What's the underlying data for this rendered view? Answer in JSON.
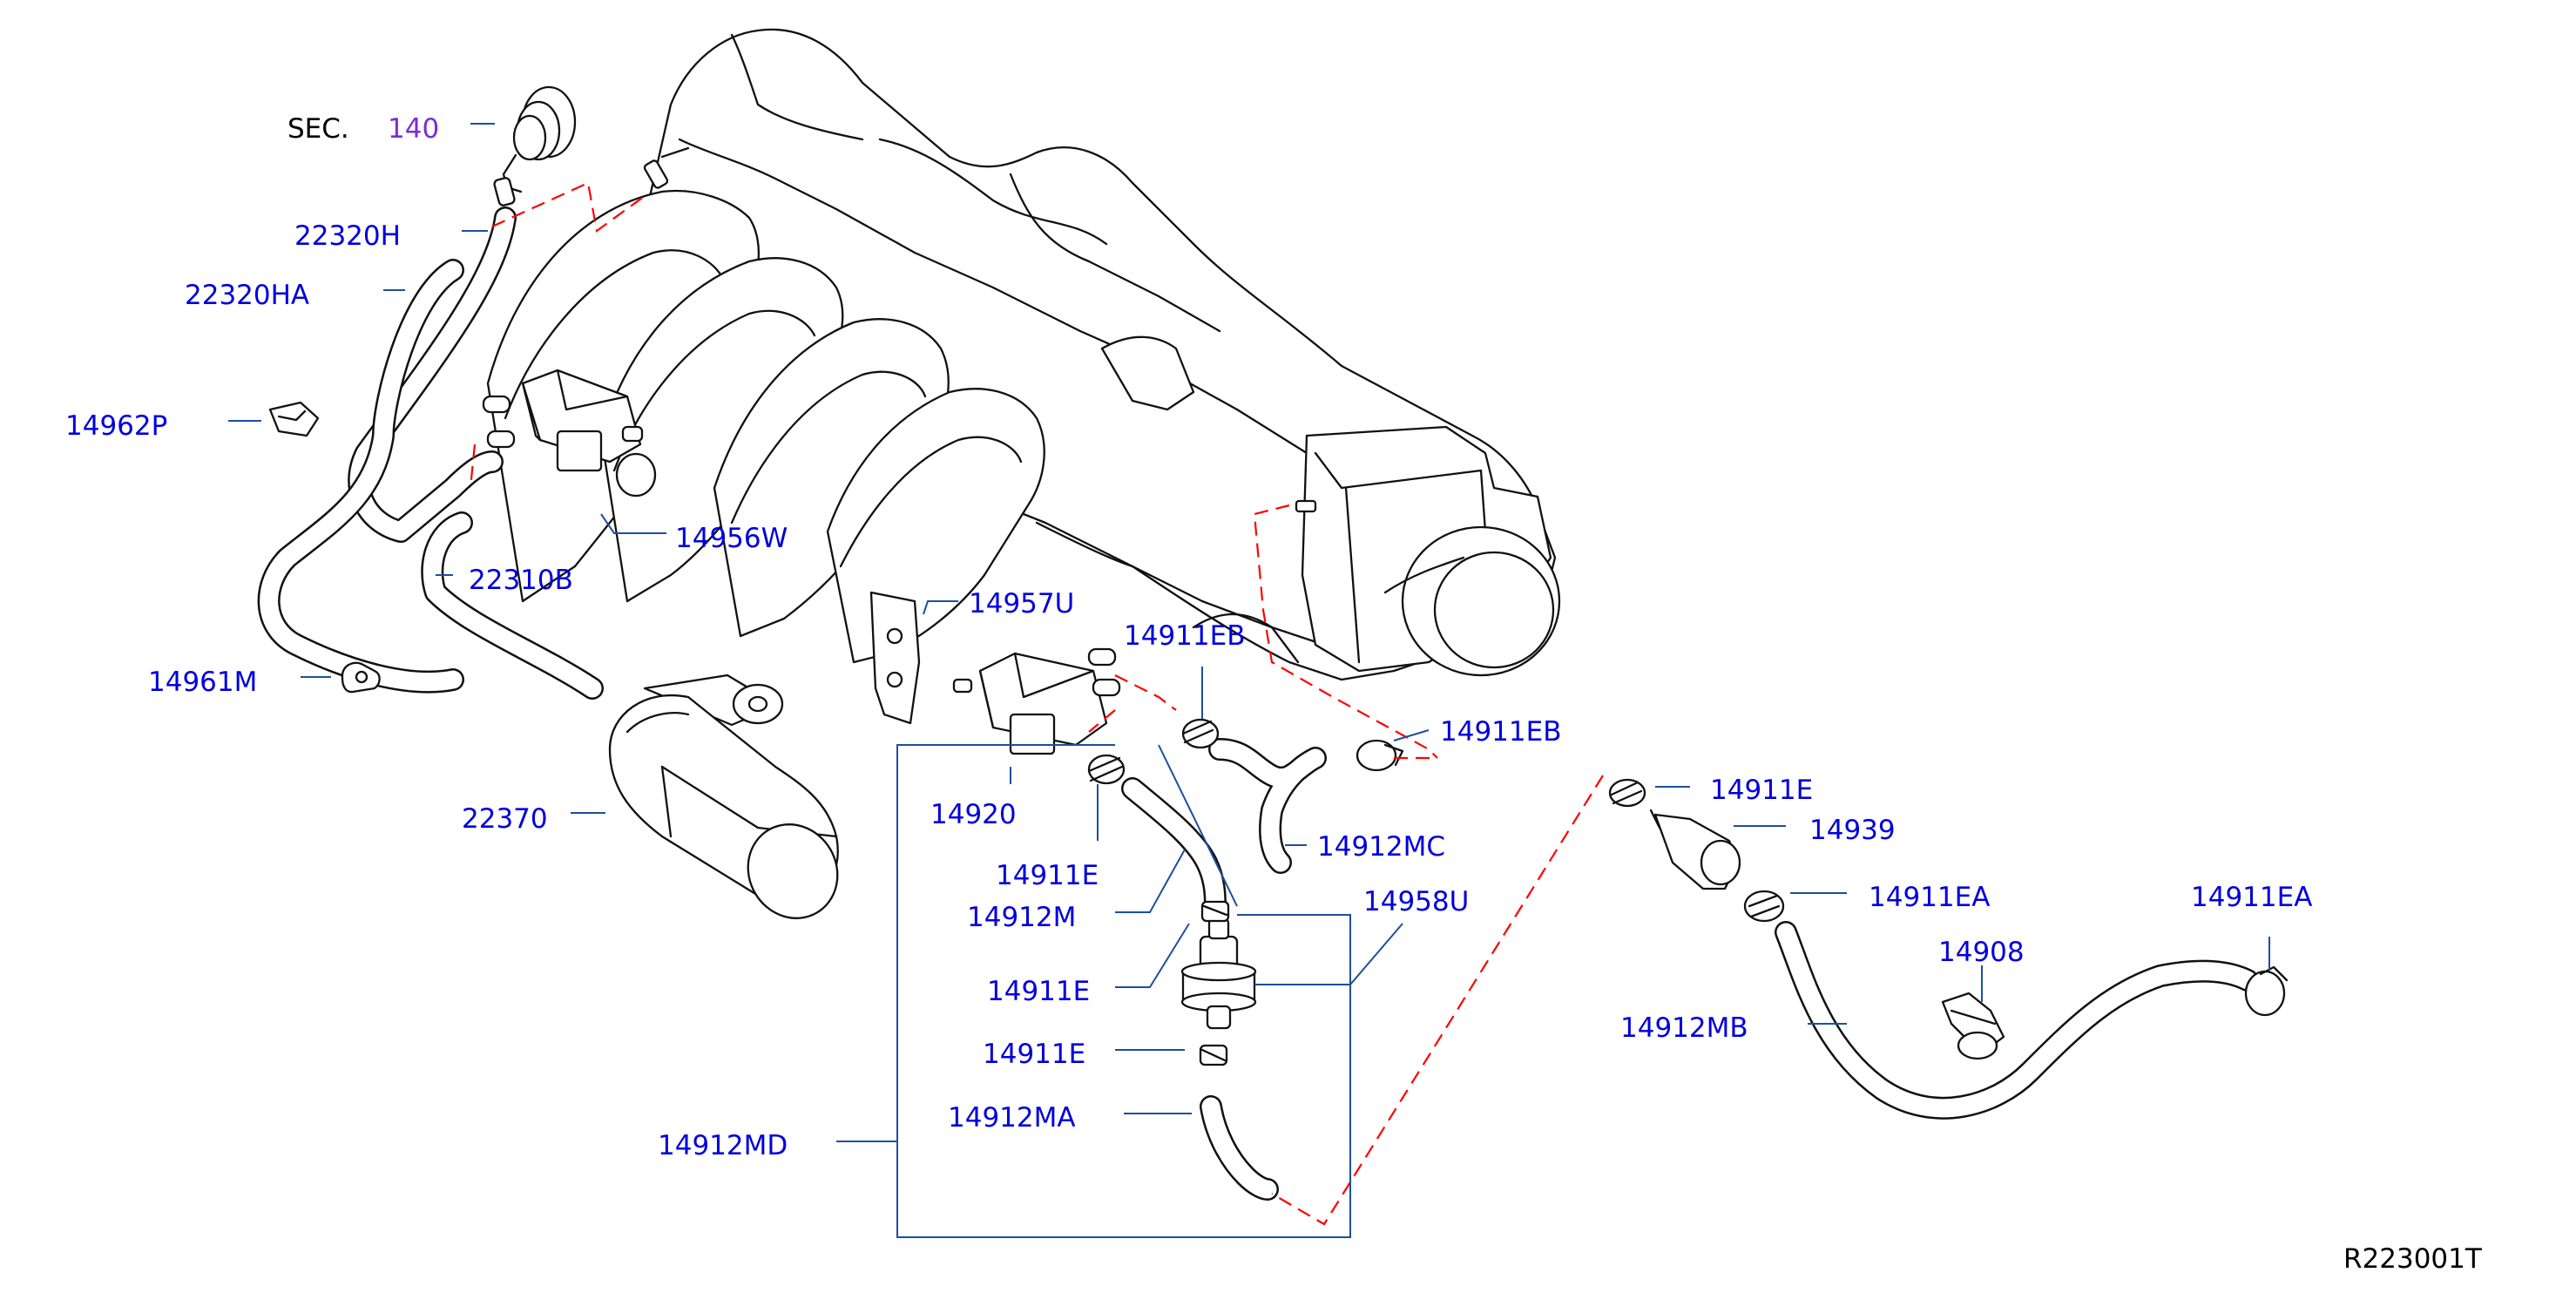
{
  "section_ref": {
    "prefix": "SEC.",
    "number": "140"
  },
  "diagram_id": "R223001T",
  "callouts": [
    {
      "key": "22320H",
      "label": "22320H"
    },
    {
      "key": "22320HA",
      "label": "22320HA"
    },
    {
      "key": "14962P",
      "label": "14962P"
    },
    {
      "key": "14956W",
      "label": "14956W"
    },
    {
      "key": "22310B",
      "label": "22310B"
    },
    {
      "key": "14961M",
      "label": "14961M"
    },
    {
      "key": "22370",
      "label": "22370"
    },
    {
      "key": "14957U",
      "label": "14957U"
    },
    {
      "key": "14911EB_a",
      "label": "14911EB"
    },
    {
      "key": "14911EB_b",
      "label": "14911EB"
    },
    {
      "key": "14920",
      "label": "14920"
    },
    {
      "key": "14912MC",
      "label": "14912MC"
    },
    {
      "key": "14911E_a",
      "label": "14911E"
    },
    {
      "key": "14912M",
      "label": "14912M"
    },
    {
      "key": "14958U",
      "label": "14958U"
    },
    {
      "key": "14911E_b",
      "label": "14911E"
    },
    {
      "key": "14911E_c",
      "label": "14911E"
    },
    {
      "key": "14912MA",
      "label": "14912MA"
    },
    {
      "key": "14912MD",
      "label": "14912MD"
    },
    {
      "key": "14911E_d",
      "label": "14911E"
    },
    {
      "key": "14939",
      "label": "14939"
    },
    {
      "key": "14911EA_a",
      "label": "14911EA"
    },
    {
      "key": "14911EA_b",
      "label": "14911EA"
    },
    {
      "key": "14908",
      "label": "14908"
    },
    {
      "key": "14912MB",
      "label": "14912MB"
    }
  ],
  "colors": {
    "part_label": "#0000dd",
    "section_number": "#7a2ed6",
    "leader": "#1d4f9c",
    "connection_dash": "#ff0000",
    "ink": "#111111"
  }
}
